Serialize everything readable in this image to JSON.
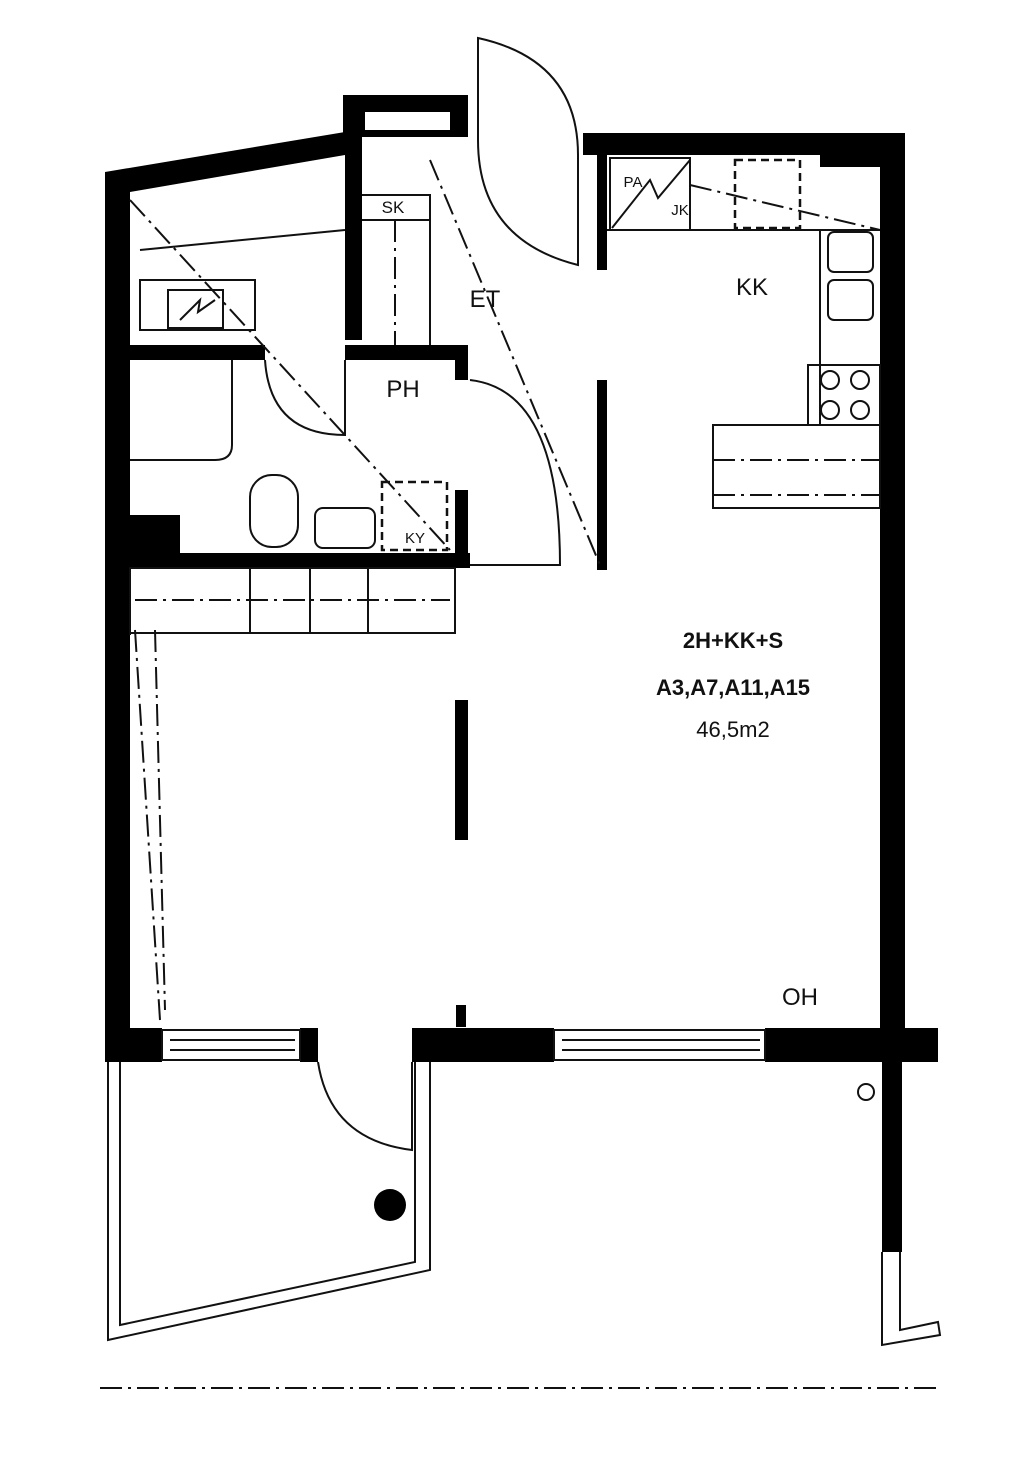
{
  "plan": {
    "rooms": {
      "storage": "SK",
      "entry": "ET",
      "kitchen": "KK",
      "bathroom": "PH",
      "washer": "KY",
      "freezer": "PA",
      "fridge": "JK",
      "living": "OH",
      "outdoor_marker": "O"
    },
    "apartment_type": "2H+KK+S",
    "apartment_ids": "A3,A7,A11,A15",
    "area": "46,5m2"
  }
}
